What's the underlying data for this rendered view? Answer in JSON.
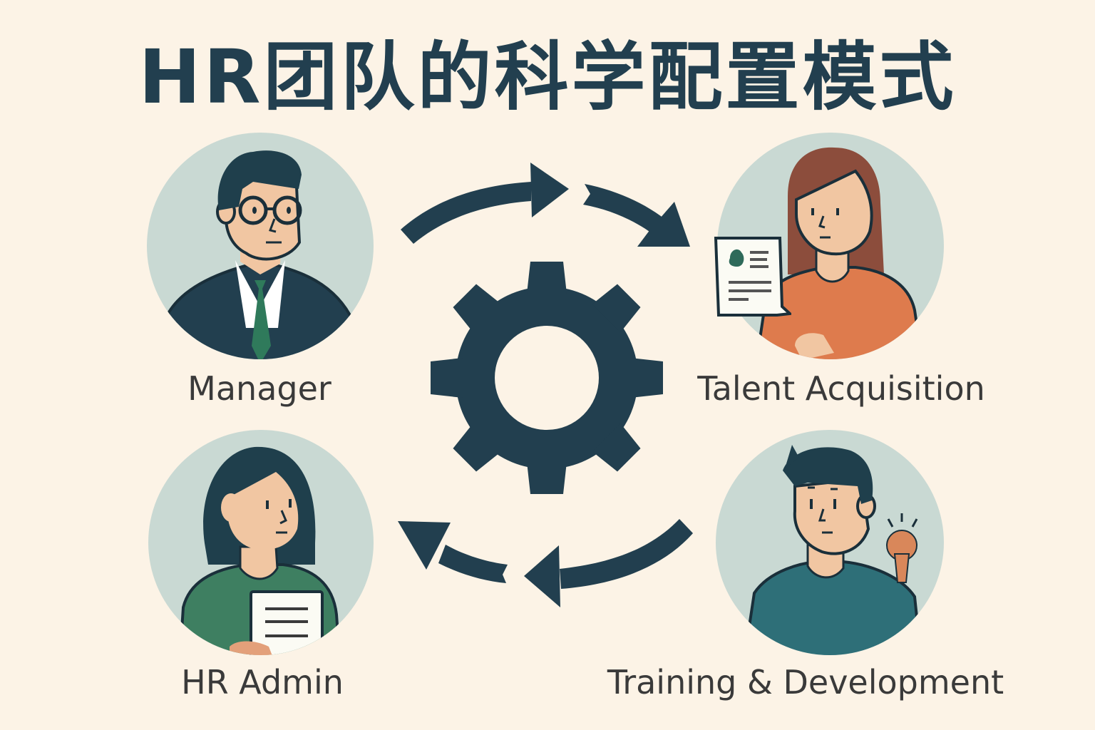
{
  "title": "HR团队的科学配置模式",
  "colors": {
    "background": "#fcf3e6",
    "primary_dark": "#223f4f",
    "circle_bg": "#c9d9d3",
    "skin": "#f1c6a2",
    "green": "#3e7f61",
    "orange": "#de7b4d",
    "teal": "#2e6f78",
    "brown_hair": "#8c4d3c",
    "label_text": "#3a3a3a"
  },
  "center": {
    "icon": "gear-icon",
    "cycle_arrows": [
      "arrow-top-left",
      "arrow-top-right",
      "arrow-bottom-right",
      "arrow-bottom-left"
    ]
  },
  "roles": [
    {
      "id": "manager",
      "label": "Manager",
      "position": "top-left",
      "icon": "manager-avatar-icon"
    },
    {
      "id": "talent",
      "label": "Talent Acquisition",
      "position": "top-right",
      "icon": "recruiter-avatar-icon",
      "prop": "resume-document-icon"
    },
    {
      "id": "hradmin",
      "label": "HR Admin",
      "position": "bottom-left",
      "icon": "hr-admin-avatar-icon",
      "prop": "document-icon"
    },
    {
      "id": "training",
      "label": "Training & Development",
      "position": "bottom-right",
      "icon": "trainer-avatar-icon",
      "prop": "lightbulb-icon"
    }
  ]
}
